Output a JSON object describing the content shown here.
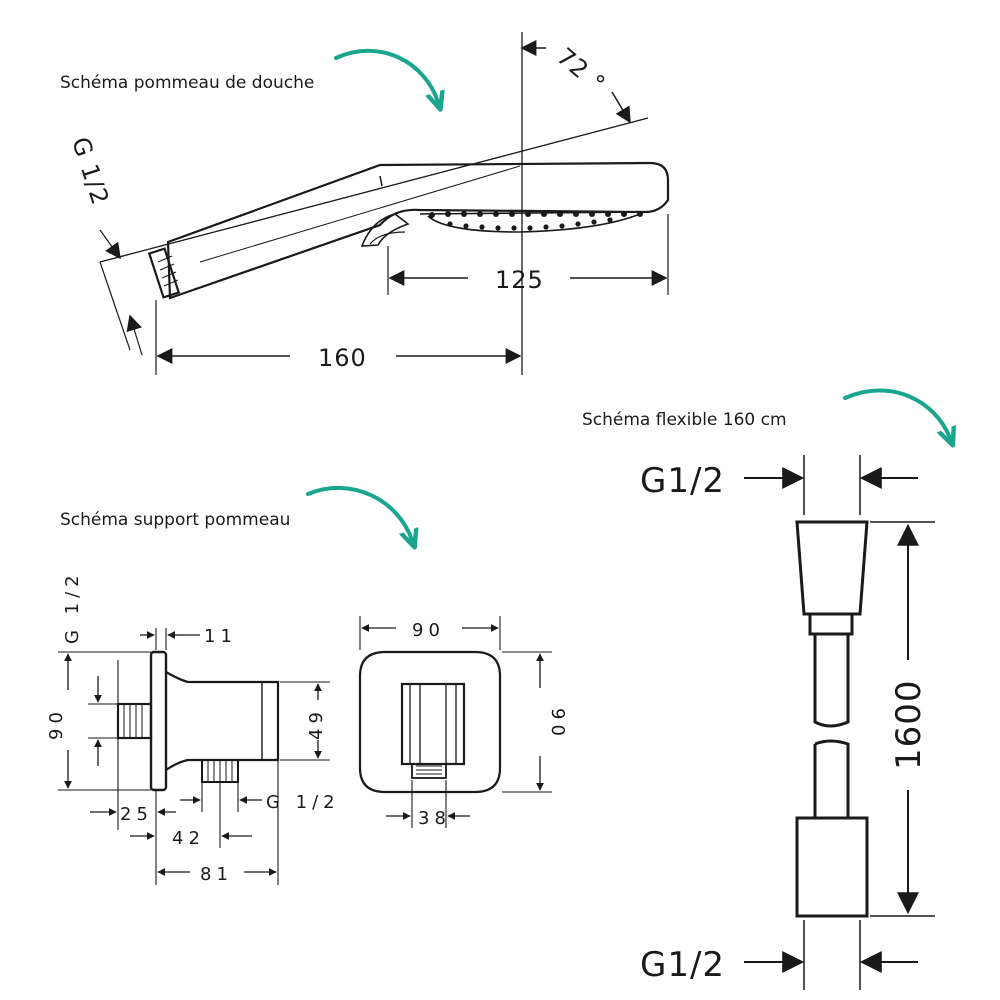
{
  "captions": {
    "shower_head": "Schéma pommeau de douche",
    "hose": "Schéma flexible 160 cm",
    "holder": "Schéma support pommeau"
  },
  "shower_head": {
    "angle": "72 °",
    "thread": "G 1/2",
    "head_length": "125",
    "total_length": "160"
  },
  "holder_side": {
    "thread_top": "G 1/2",
    "flange": "11",
    "height": "90",
    "body": "49",
    "outlet": "G  1/2",
    "nipple": "25",
    "outlet_pos": "42",
    "depth": "81"
  },
  "holder_front": {
    "width": "90",
    "height": "90",
    "slot": "38"
  },
  "hose": {
    "thread_top": "G1/2",
    "length": "1600",
    "thread_bottom": "G1/2"
  },
  "colors": {
    "accent_arrow": "#1aa58e",
    "line": "#1a1a1a"
  }
}
